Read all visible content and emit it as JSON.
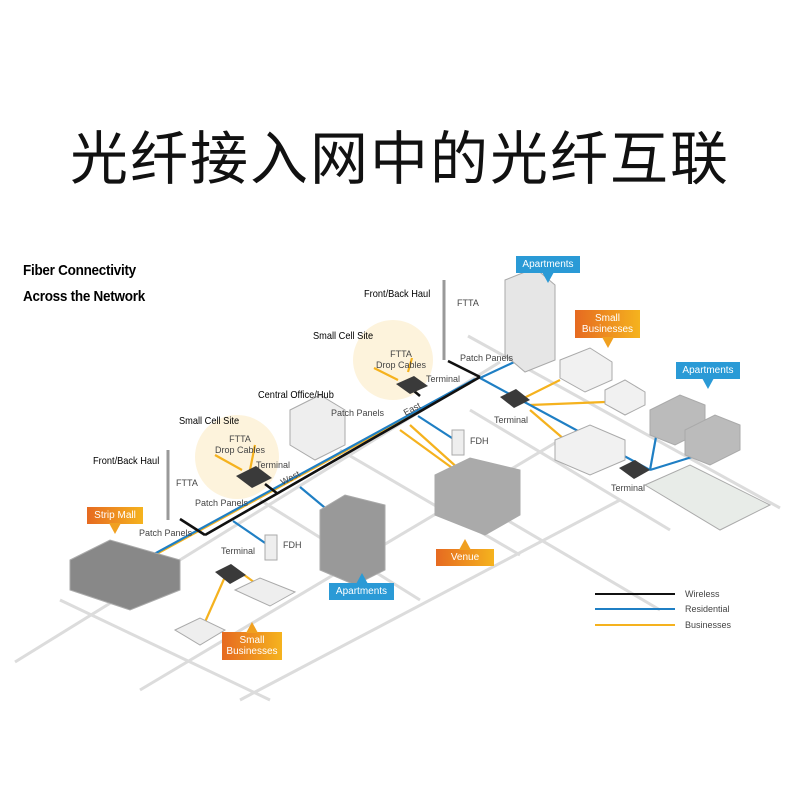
{
  "title": "光纤接入网中的光纤互联",
  "heading": {
    "line1": "Fiber Connectivity",
    "line2": "Across the Network"
  },
  "labels": {
    "front_back_haul_left": "Front/Back Haul",
    "front_back_haul_top": "Front/Back Haul",
    "small_cell_site_left": "Small Cell Site",
    "small_cell_site_top": "Small Cell Site",
    "central_office": "Central Office/Hub",
    "ftta_tower_left": "FTTA",
    "ftta_tower_top": "FTTA",
    "ftta_drop_left": "FTTA\nDrop Cables",
    "ftta_drop_top": "FTTA\nDrop Cables",
    "terminal_left_cell": "Terminal",
    "terminal_top_cell": "Terminal",
    "terminal_lower": "Terminal",
    "terminal_mid": "Terminal",
    "terminal_right": "Terminal",
    "patch_panels_left_tower": "Patch Panels",
    "patch_panels_mall": "Patch Panels",
    "patch_panels_co": "Patch Panels",
    "patch_panels_top_tower": "Patch Panels",
    "fdh_left": "FDH",
    "fdh_right": "FDH",
    "west": "West",
    "east": "East"
  },
  "callouts": {
    "strip_mall": "Strip Mall",
    "apartments_top": "Apartments",
    "small_businesses_top": "Small\nBusinesses",
    "apartments_right": "Apartments",
    "venue": "Venue",
    "apartments_bottom": "Apartments",
    "small_businesses_bottom": "Small\nBusinesses"
  },
  "legend": [
    {
      "label": "Wireless",
      "color": "#111111"
    },
    {
      "label": "Residential",
      "color": "#1f7fc4"
    },
    {
      "label": "Businesses",
      "color": "#f5b21e"
    }
  ]
}
